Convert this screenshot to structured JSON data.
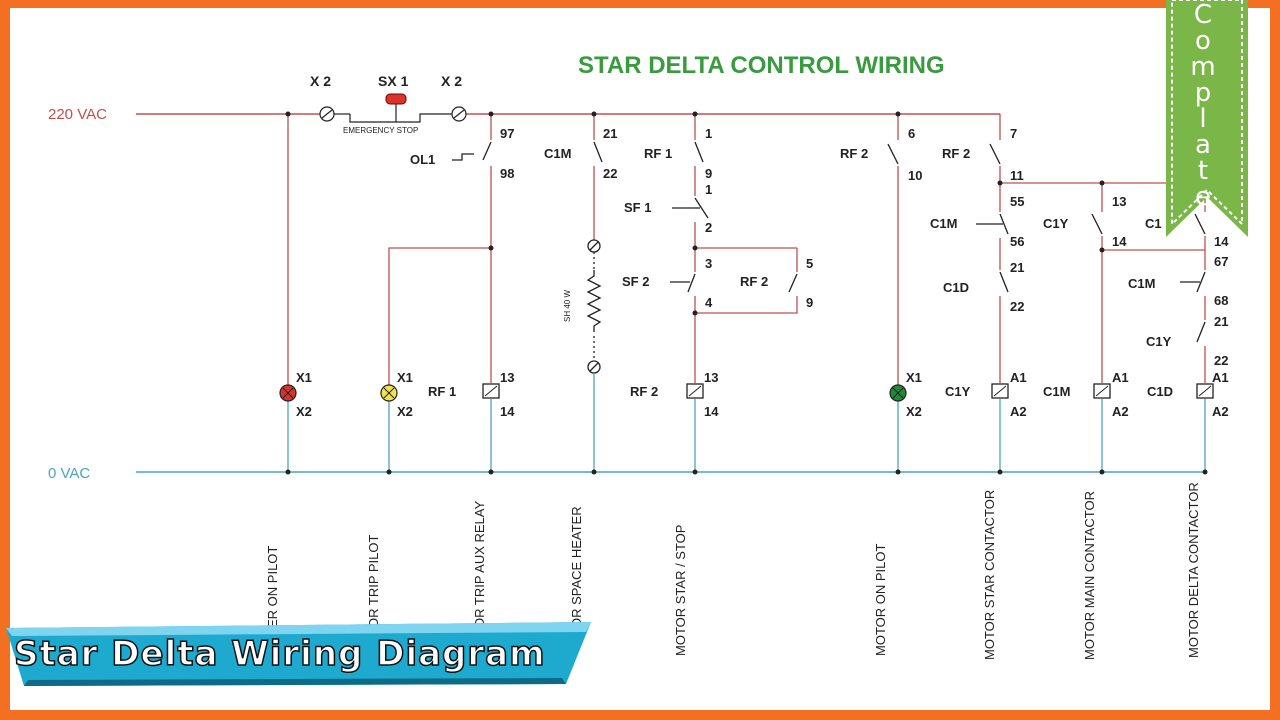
{
  "title": "STAR DELTA CONTROL WIRING",
  "rails": {
    "top": "220 VAC",
    "bottom": "0 VAC"
  },
  "emergency": {
    "x2_left": "X 2",
    "sx1": "SX 1",
    "x2_right": "X 2",
    "caption": "EMERGENCY STOP"
  },
  "heater_rating": "SH 40 W",
  "labels": {
    "ol1": "OL1",
    "t97": "97",
    "t98": "98",
    "c1m_a": "C1M",
    "t21a": "21",
    "t22a": "22",
    "rf1_a": "RF 1",
    "t1": "1",
    "t9": "9",
    "t1b": "1",
    "sf1": "SF 1",
    "t2": "2",
    "sf2": "SF 2",
    "t3": "3",
    "t4": "4",
    "rf2_a": "RF 2",
    "t5": "5",
    "t9b": "9",
    "rf2_b": "RF 2",
    "t6": "6",
    "t10": "10",
    "rf2_c": "RF 2",
    "t7": "7",
    "t11": "11",
    "c1m_b": "C1M",
    "t55": "55",
    "t56": "56",
    "c1d": "C1D",
    "t21b": "21",
    "t22b": "22",
    "c1y_a": "C1Y",
    "t13": "13",
    "t14": "14",
    "c1_trunc": "C1",
    "t14b": "14",
    "t67": "67",
    "c1m_c": "C1M",
    "t68": "68",
    "t21c": "21",
    "c1y_b": "C1Y",
    "t22c": "22"
  },
  "lamps": [
    {
      "top": "X1",
      "bottom": "X2",
      "color": "#d9342b"
    },
    {
      "top": "X1",
      "bottom": "X2",
      "color": "#f2e34a"
    },
    {
      "top": "X1",
      "bottom": "X2",
      "color": "#1f8a3a"
    }
  ],
  "coils": [
    {
      "name": "RF 1",
      "top": "13",
      "bottom": "14"
    },
    {
      "name": "RF 2",
      "top": "13",
      "bottom": "14"
    },
    {
      "name": "C1Y",
      "top": "A1",
      "bottom": "A2"
    },
    {
      "name": "C1M",
      "top": "A1",
      "bottom": "A2"
    },
    {
      "name": "C1D",
      "top": "A1",
      "bottom": "A2"
    }
  ],
  "descriptions": [
    "ER ON PILOT",
    "OR TRIP PILOT",
    "OR TRIP AUX RELAY",
    "OR SPACE HEATER",
    "MOTOR STAR / STOP",
    "MOTOR ON PILOT",
    "MOTOR STAR  CONTACTOR",
    "MOTOR MAIN CONTACTOR",
    "MOTOR DELTA CONTACTOR"
  ],
  "banner": "Star Delta Wiring Diagram",
  "ribbon": "Complate",
  "colors": {
    "frame": "#f36f21",
    "title": "#3a9a3f",
    "hot": "#c0504d",
    "neutral": "#4aa3c4",
    "banner": "#1ea9cf",
    "ribbon": "#7ab648"
  }
}
